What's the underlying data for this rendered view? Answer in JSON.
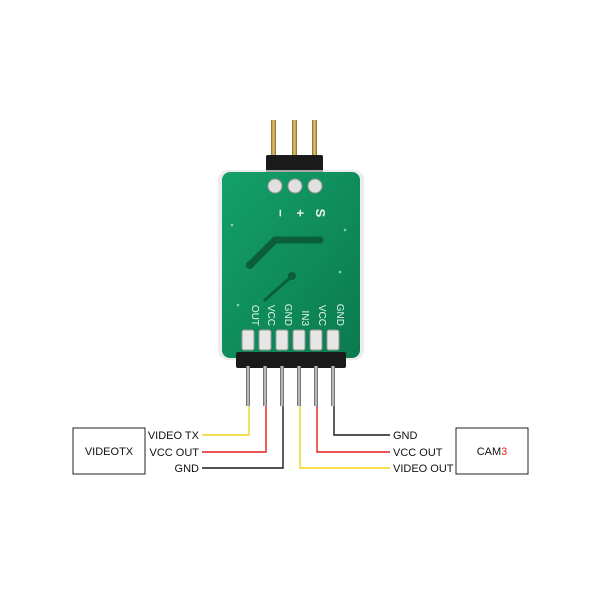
{
  "diagram": {
    "board": {
      "top_pads": [
        "−",
        "+",
        "S"
      ],
      "bottom_pads": [
        "OUT",
        "VCC",
        "GND",
        "IN3",
        "VCC",
        "GND"
      ]
    },
    "left_box": {
      "label": "VIDEOTX"
    },
    "right_box": {
      "label_prefix": "CAM",
      "label_suffix": "3"
    },
    "left_wires": [
      {
        "label": "VIDEO TX"
      },
      {
        "label": "VCC OUT"
      },
      {
        "label": "GND"
      }
    ],
    "right_wires": [
      {
        "label": "GND"
      },
      {
        "label": "VCC OUT"
      },
      {
        "label": "VIDEO OUT"
      }
    ],
    "colors": {
      "pcb": "#0f8a5a",
      "pcb_dark": "#0b6b45",
      "wire_yellow": "#f2d21b",
      "wire_red": "#e02020",
      "wire_black": "#1a1a1a",
      "pin_gold": "#c9a24a",
      "cam_accent": "#e02020"
    }
  }
}
